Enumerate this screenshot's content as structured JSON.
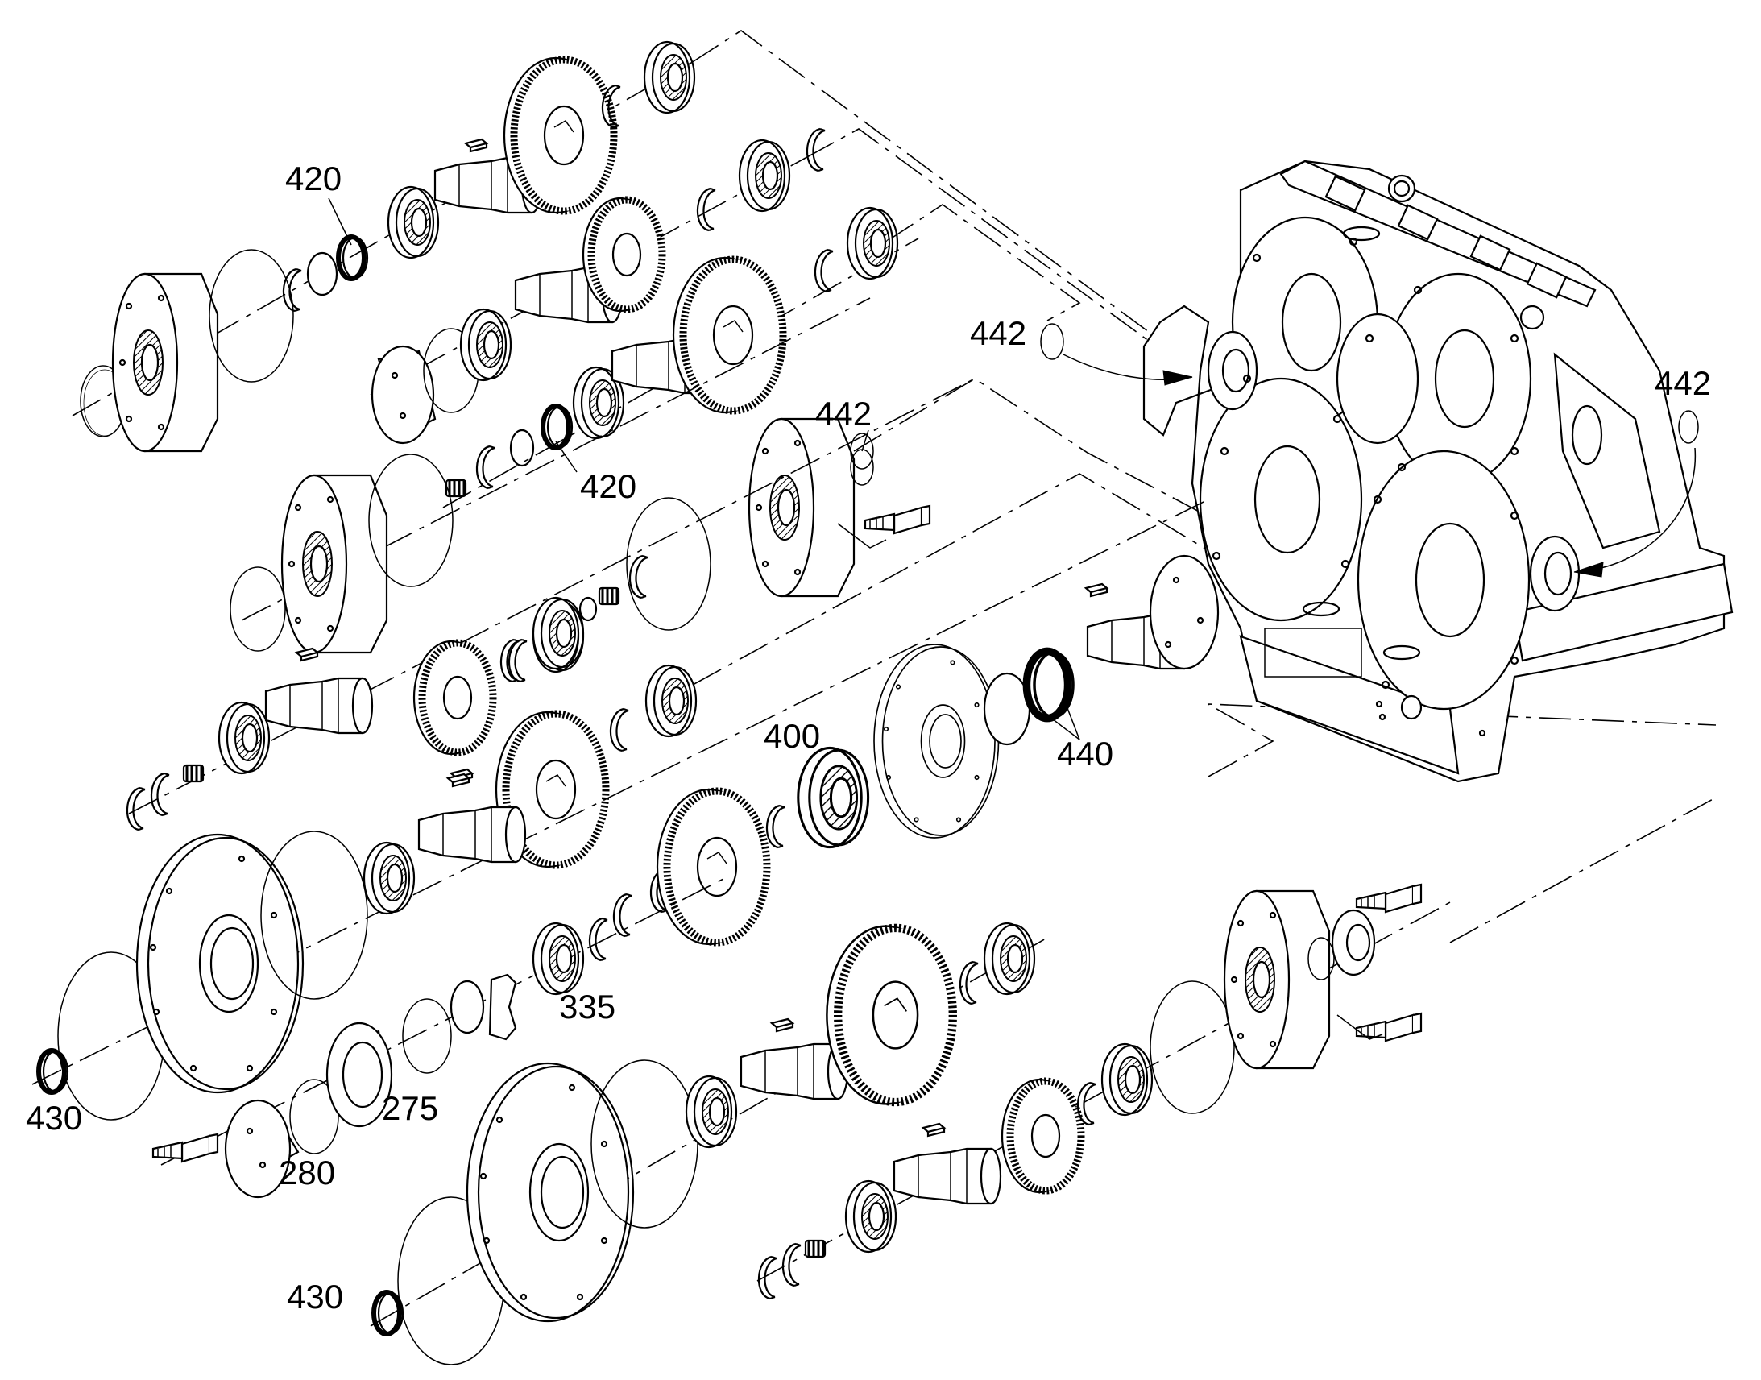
{
  "callouts": [
    {
      "id": "c420a",
      "text": "420"
    },
    {
      "id": "c420b",
      "text": "420"
    },
    {
      "id": "c442a",
      "text": "442"
    },
    {
      "id": "c442b",
      "text": "442"
    },
    {
      "id": "c442c",
      "text": "442"
    },
    {
      "id": "c400",
      "text": "400"
    },
    {
      "id": "c440",
      "text": "440"
    },
    {
      "id": "c335",
      "text": "335"
    },
    {
      "id": "c275",
      "text": "275"
    },
    {
      "id": "c280",
      "text": "280"
    },
    {
      "id": "c430a",
      "text": "430"
    },
    {
      "id": "c430b",
      "text": "430"
    }
  ]
}
